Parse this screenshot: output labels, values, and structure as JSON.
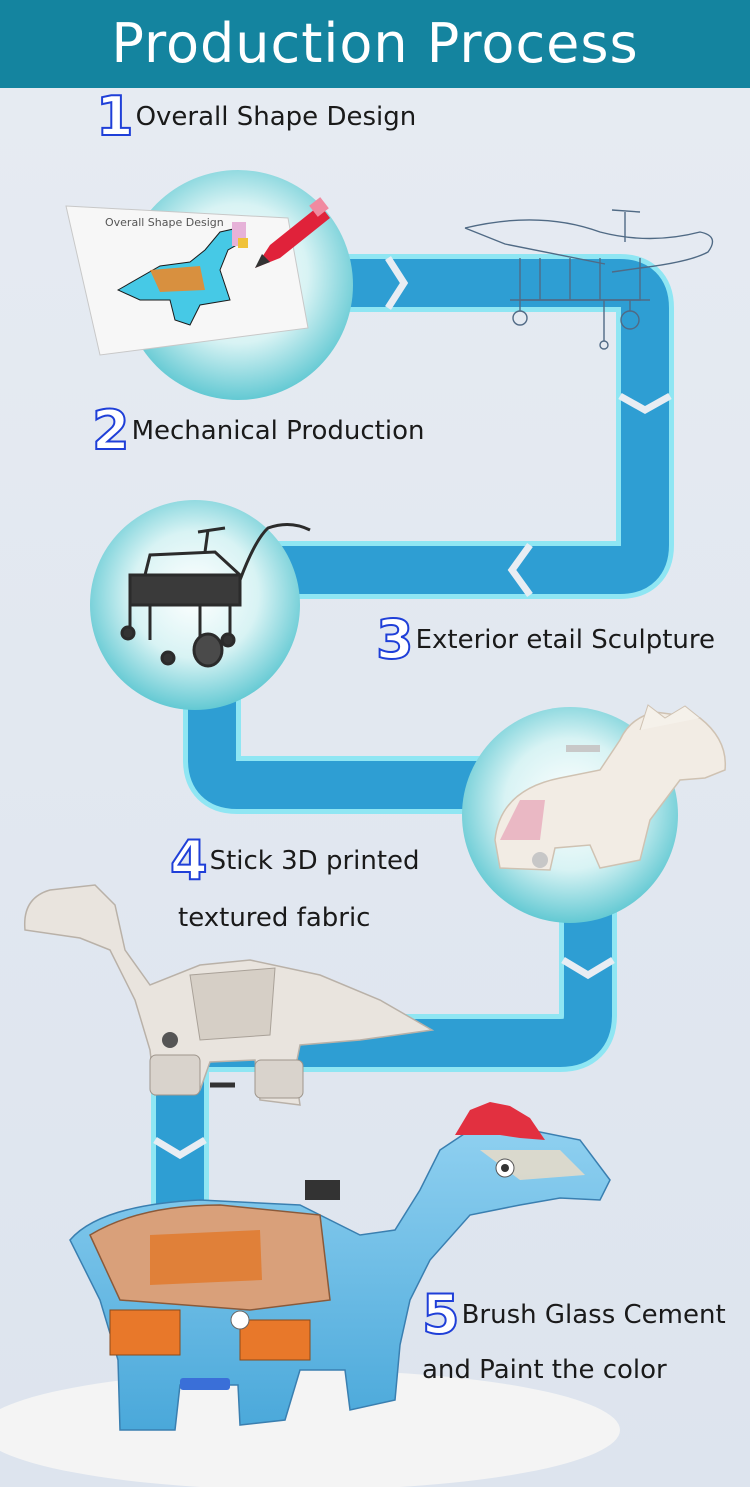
{
  "header": {
    "title": "Production Process"
  },
  "steps": [
    {
      "number": "1",
      "label": "Overall Shape Design"
    },
    {
      "number": "2",
      "label": "Mechanical Production"
    },
    {
      "number": "3",
      "label": "Exterior etail Sculpture"
    },
    {
      "number": "4",
      "label_line1": "Stick 3D printed",
      "label_line2": "textured fabric"
    },
    {
      "number": "5",
      "label_line1": "Brush Glass Cement",
      "label_line2": "and Paint the color"
    }
  ],
  "drawing_sheet": {
    "title": "Overall Shape Design"
  },
  "colors": {
    "header": "#14849f",
    "path": "#2e9ed3",
    "path_edge": "#7fe0f0",
    "circle": "#8fdde2",
    "number_stroke": "#1f3fd8"
  },
  "icons": [
    "pencil-icon",
    "dinosaur-illustration",
    "frame-illustration"
  ]
}
